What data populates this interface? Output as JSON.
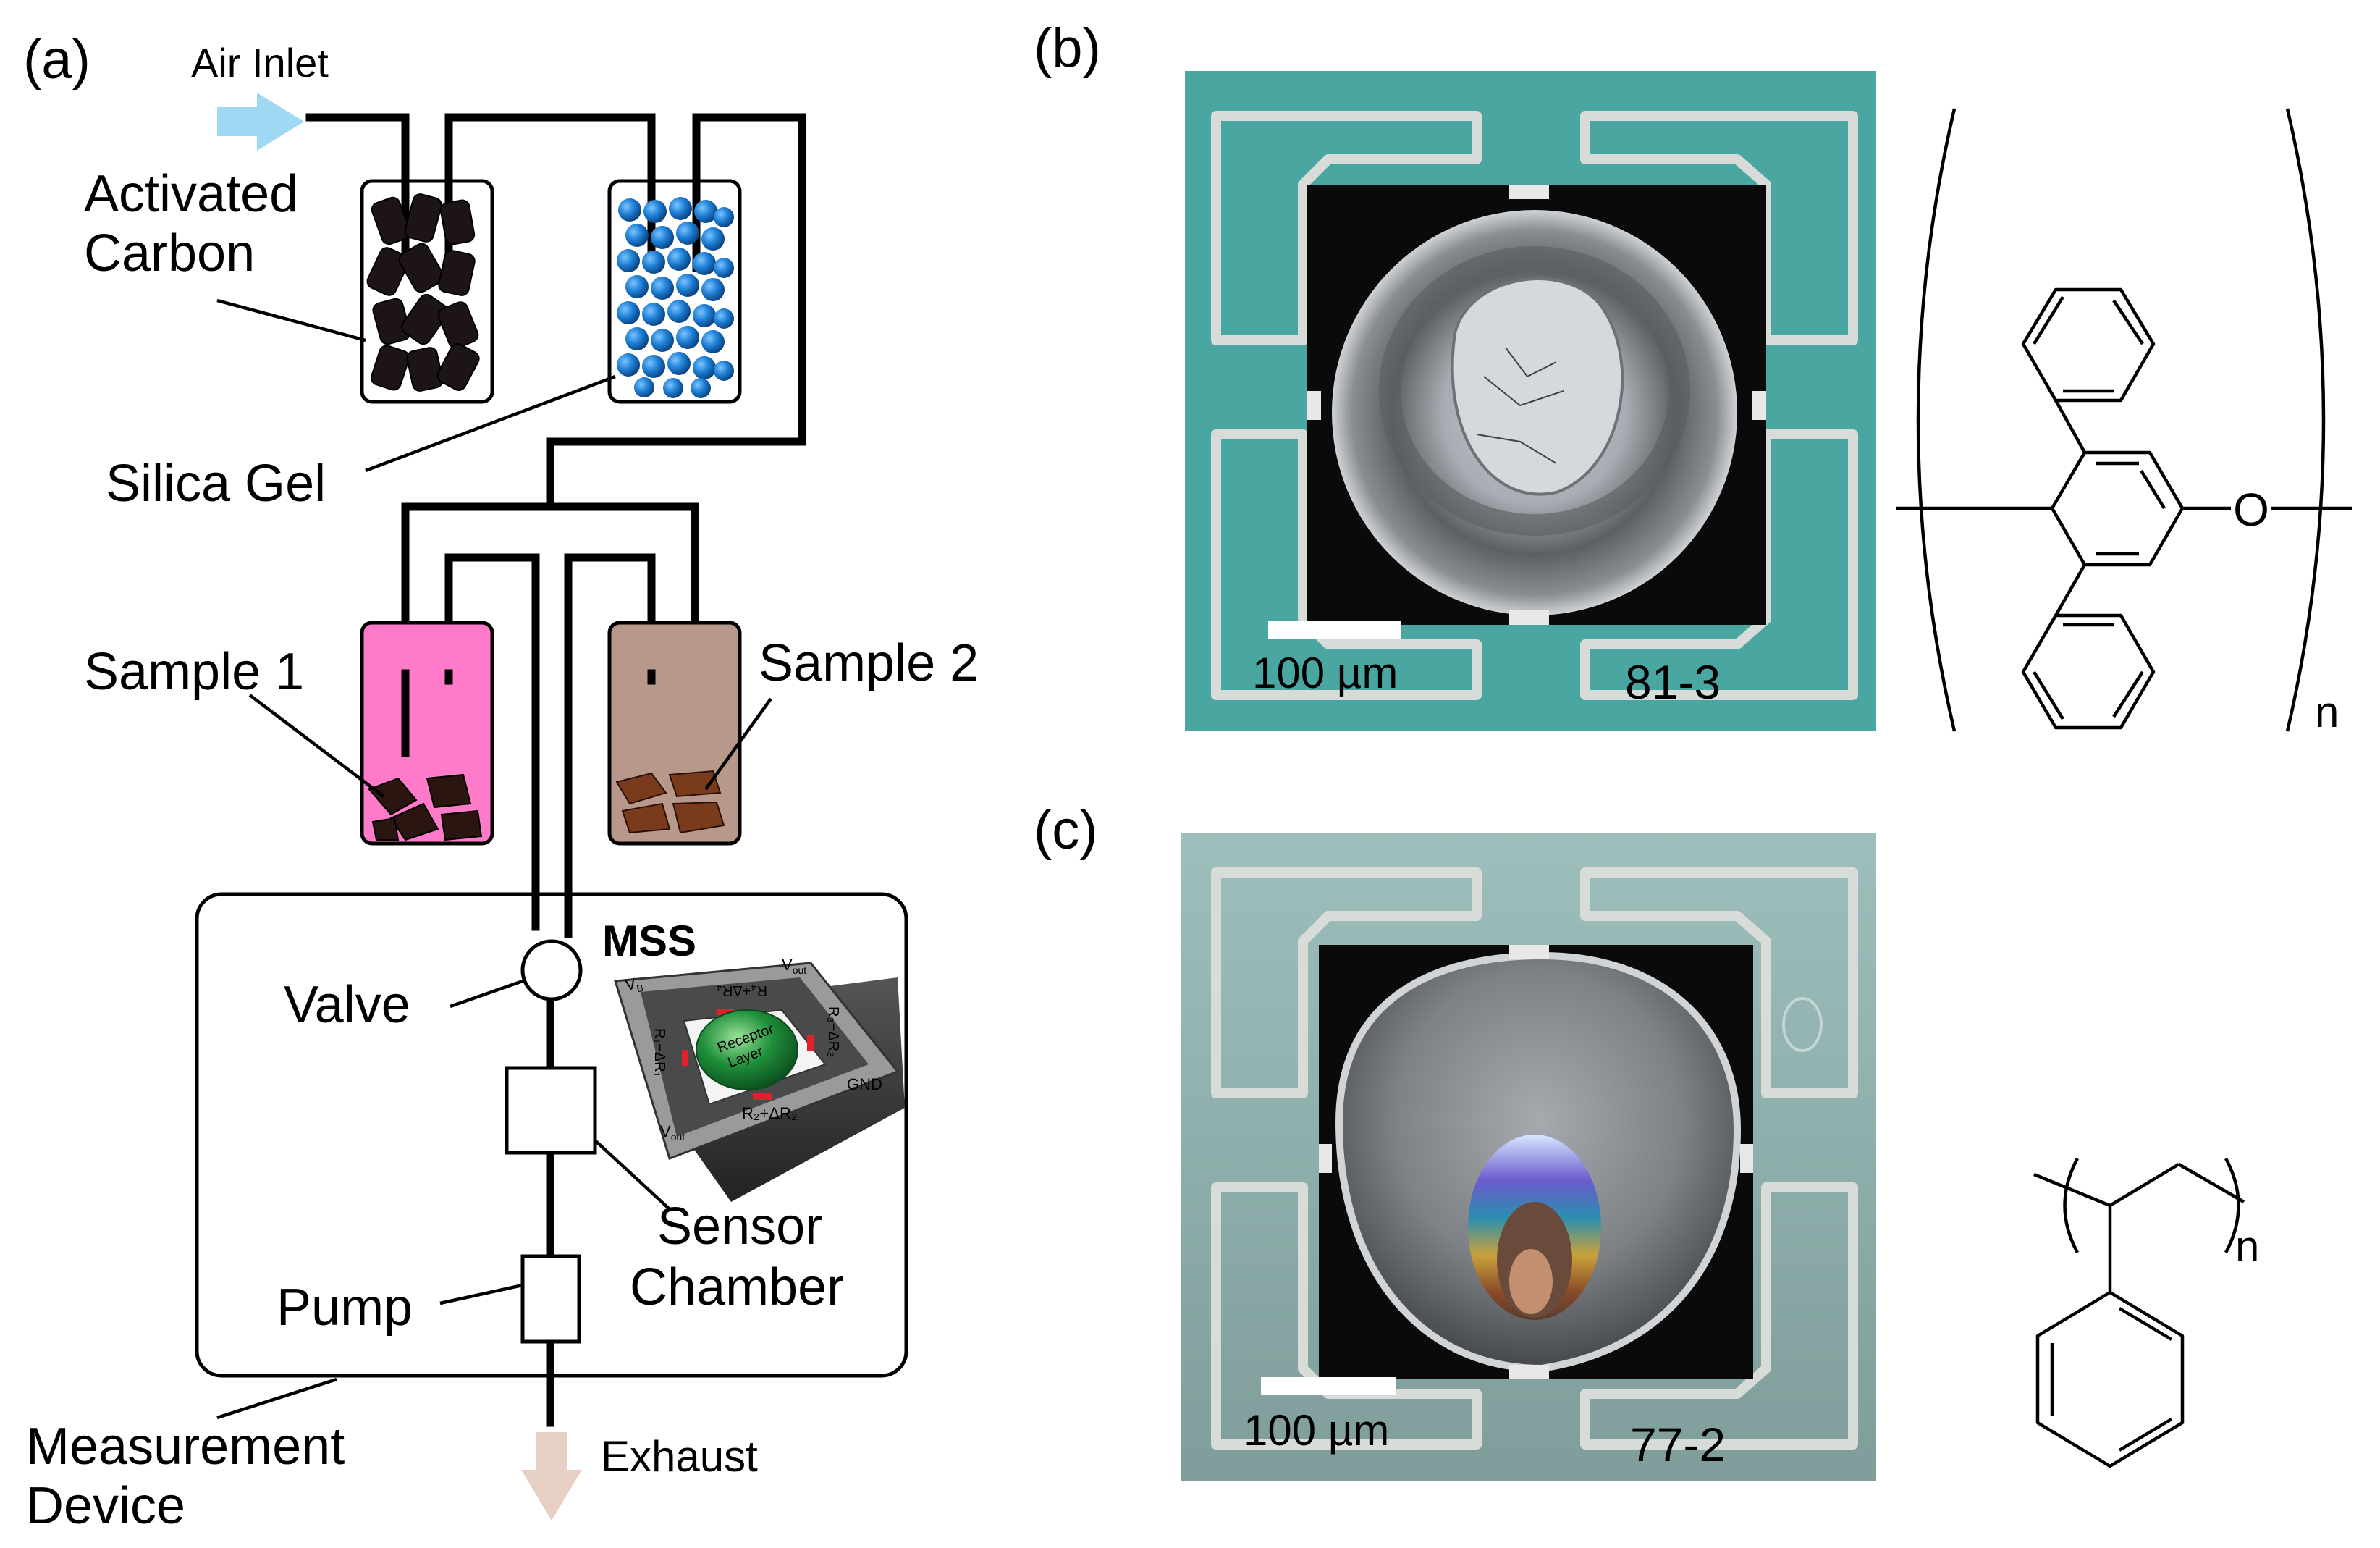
{
  "panels": {
    "a": "(a)",
    "b": "(b)",
    "c": "(c)"
  },
  "labels": {
    "air_inlet": "Air Inlet",
    "activated_carbon_1": "Activated",
    "activated_carbon_2": "Carbon",
    "silica_gel": "Silica Gel",
    "sample1": "Sample 1",
    "sample2": "Sample 2",
    "mss": "MSS",
    "valve": "Valve",
    "sensor_chamber_1": "Sensor",
    "sensor_chamber_2": "Chamber",
    "pump": "Pump",
    "measurement_device_1": "Measurement",
    "measurement_device_2": "Device",
    "exhaust": "Exhaust"
  },
  "mss_chip": {
    "receptor_1": "Receptor",
    "receptor_2": "Layer",
    "vb": "V",
    "vb_sub": "B",
    "gnd": "GND",
    "vout": "V",
    "vout_sub": "out",
    "r1": "R₁−ΔR₁",
    "r2": "R₂+ΔR₂",
    "r3": "R₃−ΔR₃",
    "r4": "R₄+ΔR₄"
  },
  "micrographs": {
    "b_scale": "100 µm",
    "b_id": "81-3",
    "c_scale": "100 µm",
    "c_id": "77-2"
  },
  "chemistry": {
    "oxygen": "O",
    "n_b": "n",
    "n_c": "n"
  },
  "colors": {
    "sample1_fill": "#ff7ac8",
    "sample2_fill": "#b8988a",
    "silica_blue": "#1e7fd6",
    "carbon": "#1d1416",
    "air_arrow": "#9fd8f2",
    "exhaust_arrow": "#e8cfc3",
    "chip_teal": "#4aa6a0",
    "chip_gray": "#8fb3b0"
  }
}
